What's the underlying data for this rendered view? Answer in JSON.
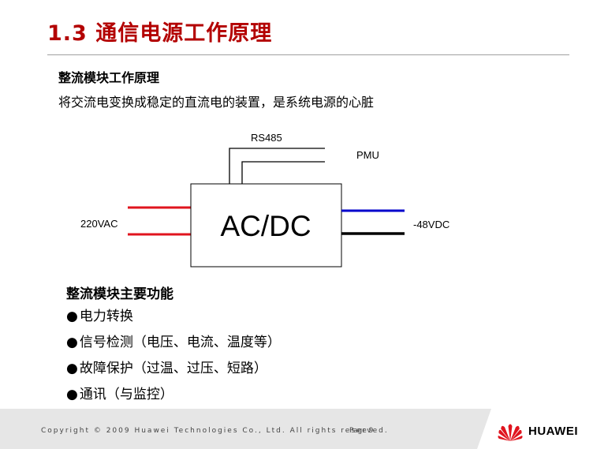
{
  "slide": {
    "title": "1.3 通信电源工作原理",
    "subtitle": "整流模块工作原理",
    "description": "将交流电变换成稳定的直流电的装置，是系统电源的心脏"
  },
  "diagram": {
    "module_label": "AC/DC",
    "comm_label": "RS485",
    "monitor_label": "PMU",
    "input_label": "220VAC",
    "output_label": "-48VDC"
  },
  "functions": {
    "heading": "整流模块主要功能",
    "bullet_symbol": "●",
    "items": [
      "电力转换",
      "信号检测（电压、电流、温度等）",
      "故障保护（过温、过压、短路）",
      "通讯（与监控）"
    ]
  },
  "footer": {
    "copyright": "Copyright © 2009 Huawei Technologies Co., Ltd. All rights reserved.",
    "page_label": "Page 9",
    "brand": "HUAWEI"
  },
  "colors": {
    "title": "#b30000",
    "ac_line": "#e0141e",
    "dc_positive": "#0000cc",
    "dc_negative": "#000000",
    "footer_band": "#e6e6e6"
  }
}
